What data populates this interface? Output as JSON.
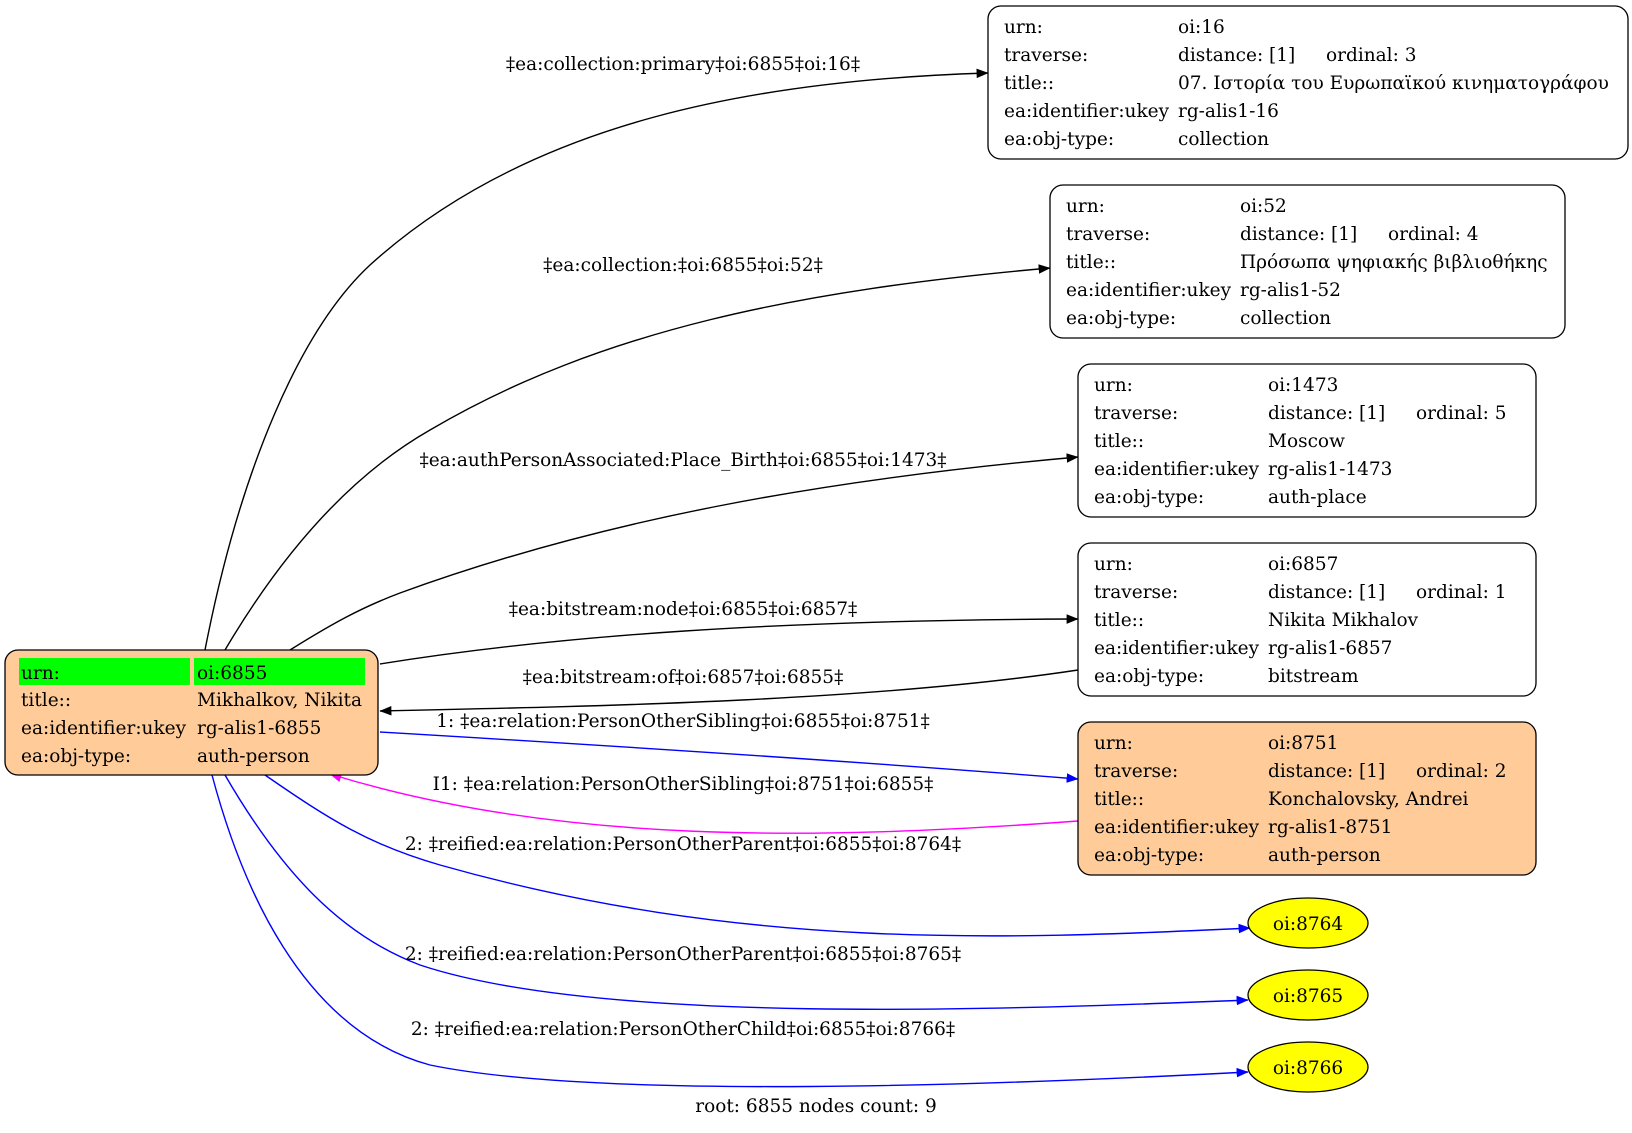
{
  "colors": {
    "root_fill": "#ffcc99",
    "highlight_fill": "#00ff00",
    "sibling_fill": "#ffcc99",
    "plain_fill": "#ffffff",
    "ellipse_fill": "#ffff00",
    "edge_black": "#000000",
    "edge_blue": "#0000ff",
    "edge_magenta": "#ff00ff"
  },
  "root_node": {
    "rows": [
      {
        "key": "urn:",
        "value": "oi:6855"
      },
      {
        "key": "title::",
        "value": "Mikhalkov, Nikita"
      },
      {
        "key": "ea:identifier:ukey",
        "value": "rg-alis1-6855"
      },
      {
        "key": "ea:obj-type:",
        "value": "auth-person"
      }
    ]
  },
  "nodes": [
    {
      "id": "oi16",
      "rows": [
        {
          "key": "urn:",
          "value": "oi:16"
        },
        {
          "key": "traverse:",
          "value": "distance: [1]",
          "extra": "ordinal: 3"
        },
        {
          "key": "title::",
          "value": "07. Ιστορία του Ευρωπαϊκού κινηματογράφου"
        },
        {
          "key": "ea:identifier:ukey",
          "value": "rg-alis1-16"
        },
        {
          "key": "ea:obj-type:",
          "value": "collection"
        }
      ]
    },
    {
      "id": "oi52",
      "rows": [
        {
          "key": "urn:",
          "value": "oi:52"
        },
        {
          "key": "traverse:",
          "value": "distance: [1]",
          "extra": "ordinal: 4"
        },
        {
          "key": "title::",
          "value": "Πρόσωπα ψηφιακής βιβλιοθήκης"
        },
        {
          "key": "ea:identifier:ukey",
          "value": "rg-alis1-52"
        },
        {
          "key": "ea:obj-type:",
          "value": "collection"
        }
      ]
    },
    {
      "id": "oi1473",
      "rows": [
        {
          "key": "urn:",
          "value": "oi:1473"
        },
        {
          "key": "traverse:",
          "value": "distance: [1]",
          "extra": "ordinal: 5"
        },
        {
          "key": "title::",
          "value": "Moscow"
        },
        {
          "key": "ea:identifier:ukey",
          "value": "rg-alis1-1473"
        },
        {
          "key": "ea:obj-type:",
          "value": "auth-place"
        }
      ]
    },
    {
      "id": "oi6857",
      "rows": [
        {
          "key": "urn:",
          "value": "oi:6857"
        },
        {
          "key": "traverse:",
          "value": "distance: [1]",
          "extra": "ordinal: 1"
        },
        {
          "key": "title::",
          "value": "Nikita Mikhalov"
        },
        {
          "key": "ea:identifier:ukey",
          "value": "rg-alis1-6857"
        },
        {
          "key": "ea:obj-type:",
          "value": "bitstream"
        }
      ]
    },
    {
      "id": "oi8751",
      "rows": [
        {
          "key": "urn:",
          "value": "oi:8751"
        },
        {
          "key": "traverse:",
          "value": "distance: [1]",
          "extra": "ordinal: 2"
        },
        {
          "key": "title::",
          "value": "Konchalovsky, Andrei"
        },
        {
          "key": "ea:identifier:ukey",
          "value": "rg-alis1-8751"
        },
        {
          "key": "ea:obj-type:",
          "value": "auth-person"
        }
      ]
    }
  ],
  "ellipses": [
    {
      "id": "oi8764",
      "label": "oi:8764"
    },
    {
      "id": "oi8765",
      "label": "oi:8765"
    },
    {
      "id": "oi8766",
      "label": "oi:8766"
    }
  ],
  "edges": [
    {
      "id": "e16",
      "label": "‡ea:collection:primary‡oi:6855‡oi:16‡",
      "color": "black"
    },
    {
      "id": "e52",
      "label": "‡ea:collection:‡oi:6855‡oi:52‡",
      "color": "black"
    },
    {
      "id": "e1473",
      "label": "‡ea:authPersonAssociated:Place_Birth‡oi:6855‡oi:1473‡",
      "color": "black"
    },
    {
      "id": "e6857",
      "label": "‡ea:bitstream:node‡oi:6855‡oi:6857‡",
      "color": "black"
    },
    {
      "id": "e6857back",
      "label": "‡ea:bitstream:of‡oi:6857‡oi:6855‡",
      "color": "black"
    },
    {
      "id": "e8751",
      "label": "1: ‡ea:relation:PersonOtherSibling‡oi:6855‡oi:8751‡",
      "color": "blue"
    },
    {
      "id": "e8751back",
      "label": "I1: ‡ea:relation:PersonOtherSibling‡oi:8751‡oi:6855‡",
      "color": "magenta"
    },
    {
      "id": "e8764",
      "label": "2: ‡reified:ea:relation:PersonOtherParent‡oi:6855‡oi:8764‡",
      "color": "blue"
    },
    {
      "id": "e8765",
      "label": "2: ‡reified:ea:relation:PersonOtherParent‡oi:6855‡oi:8765‡",
      "color": "blue"
    },
    {
      "id": "e8766",
      "label": "2: ‡reified:ea:relation:PersonOtherChild‡oi:6855‡oi:8766‡",
      "color": "blue"
    }
  ],
  "footer": "root: 6855 nodes count: 9"
}
